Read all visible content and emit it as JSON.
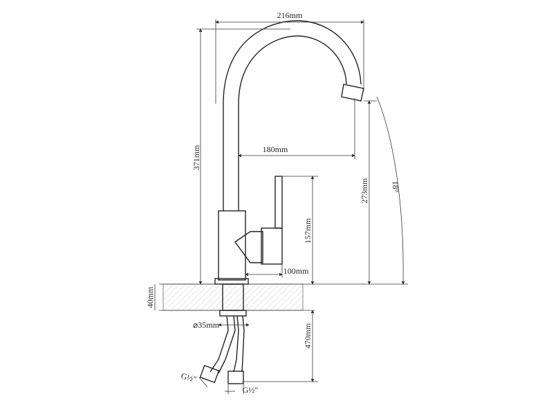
{
  "drawing": {
    "dim_width_top": "216mm",
    "dim_spout_reach": "180mm",
    "dim_total_height": "371mm",
    "dim_spout_height": "273mm",
    "dim_angle": "18°",
    "dim_handle_height": "157mm",
    "dim_base_offset": "100mm",
    "dim_counter_thickness": "40mm",
    "dim_hole_diameter": "⌀35mm",
    "dim_hose_length": "470mm",
    "thread_left": "G½″",
    "thread_right": "G½″"
  }
}
